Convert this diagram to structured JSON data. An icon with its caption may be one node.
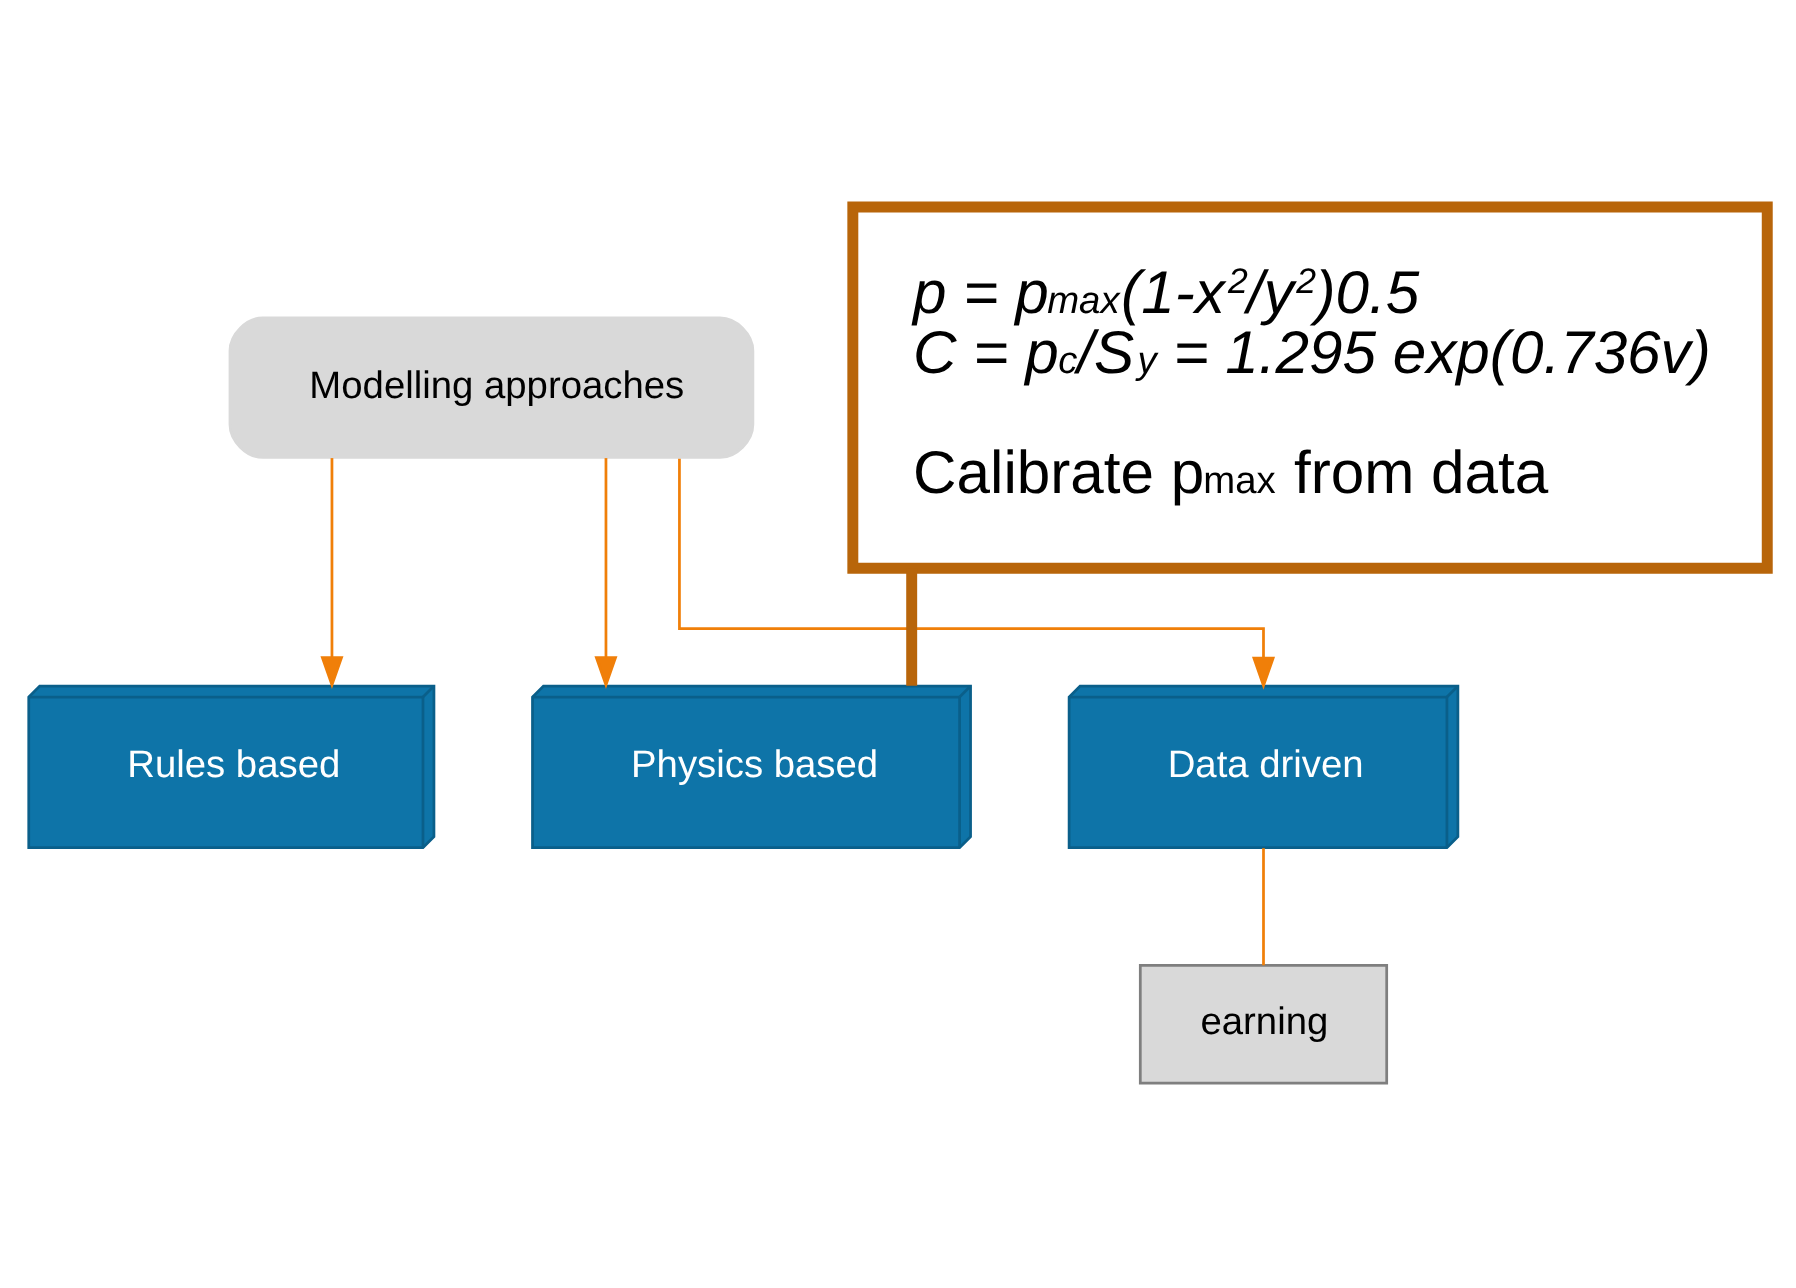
{
  "diagram": {
    "nodes": [
      {
        "text": [
          "Modelling approaches"
        ]
      },
      {
        "text": [
          "Rules based"
        ]
      },
      {
        "text": [
          "Physics based"
        ]
      },
      {
        "text": [
          "Data driven"
        ]
      },
      {
        "text": [
          "earning"
        ]
      },
      {
        "text": [
          "p = p$_{max}$(1-x$^{2}$/y$^{2}$)0.5",
          "C = p$_{c}$/S$_{y}$ = 1.295 exp(0.736v)",
          "Calibrate p$_{max}$ from data"
        ]
      }
    ],
    "edges": [
      {
        "from": 0,
        "to": 1,
        "arrow": "to"
      },
      {
        "from": 0,
        "to": 2,
        "arrow": "to"
      },
      {
        "from": 0,
        "to": 3,
        "arrow": "to"
      },
      {
        "from": 3,
        "to": 4,
        "arrow": "none"
      },
      {
        "from": 5,
        "to": 2,
        "arrow": "none",
        "style": "thick",
        "color": "#b8650a"
      }
    ]
  }
}
